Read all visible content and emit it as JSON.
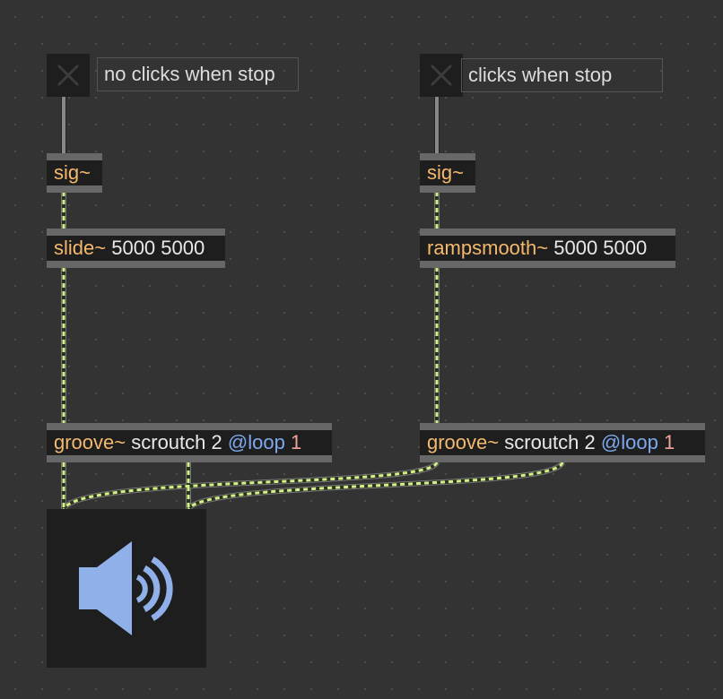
{
  "left": {
    "comment": "no clicks when stop",
    "sig": "sig~",
    "smoother": {
      "cls": "slide~",
      "args": "5000 5000"
    },
    "groove": {
      "cls": "groove~",
      "args": "scroutch 2",
      "attr": "@loop",
      "val": "1"
    }
  },
  "right": {
    "comment": "clicks when stop",
    "sig": "sig~",
    "smoother": {
      "cls": "rampsmooth~",
      "args": "5000 5000"
    },
    "groove": {
      "cls": "groove~",
      "args": "scroutch 2",
      "attr": "@loop",
      "val": "1"
    }
  },
  "colors": {
    "signal_cord": "#d4f08a",
    "class": "#f4b96d",
    "attribute": "#7fa9ef",
    "speaker": "#8fb0e8"
  }
}
